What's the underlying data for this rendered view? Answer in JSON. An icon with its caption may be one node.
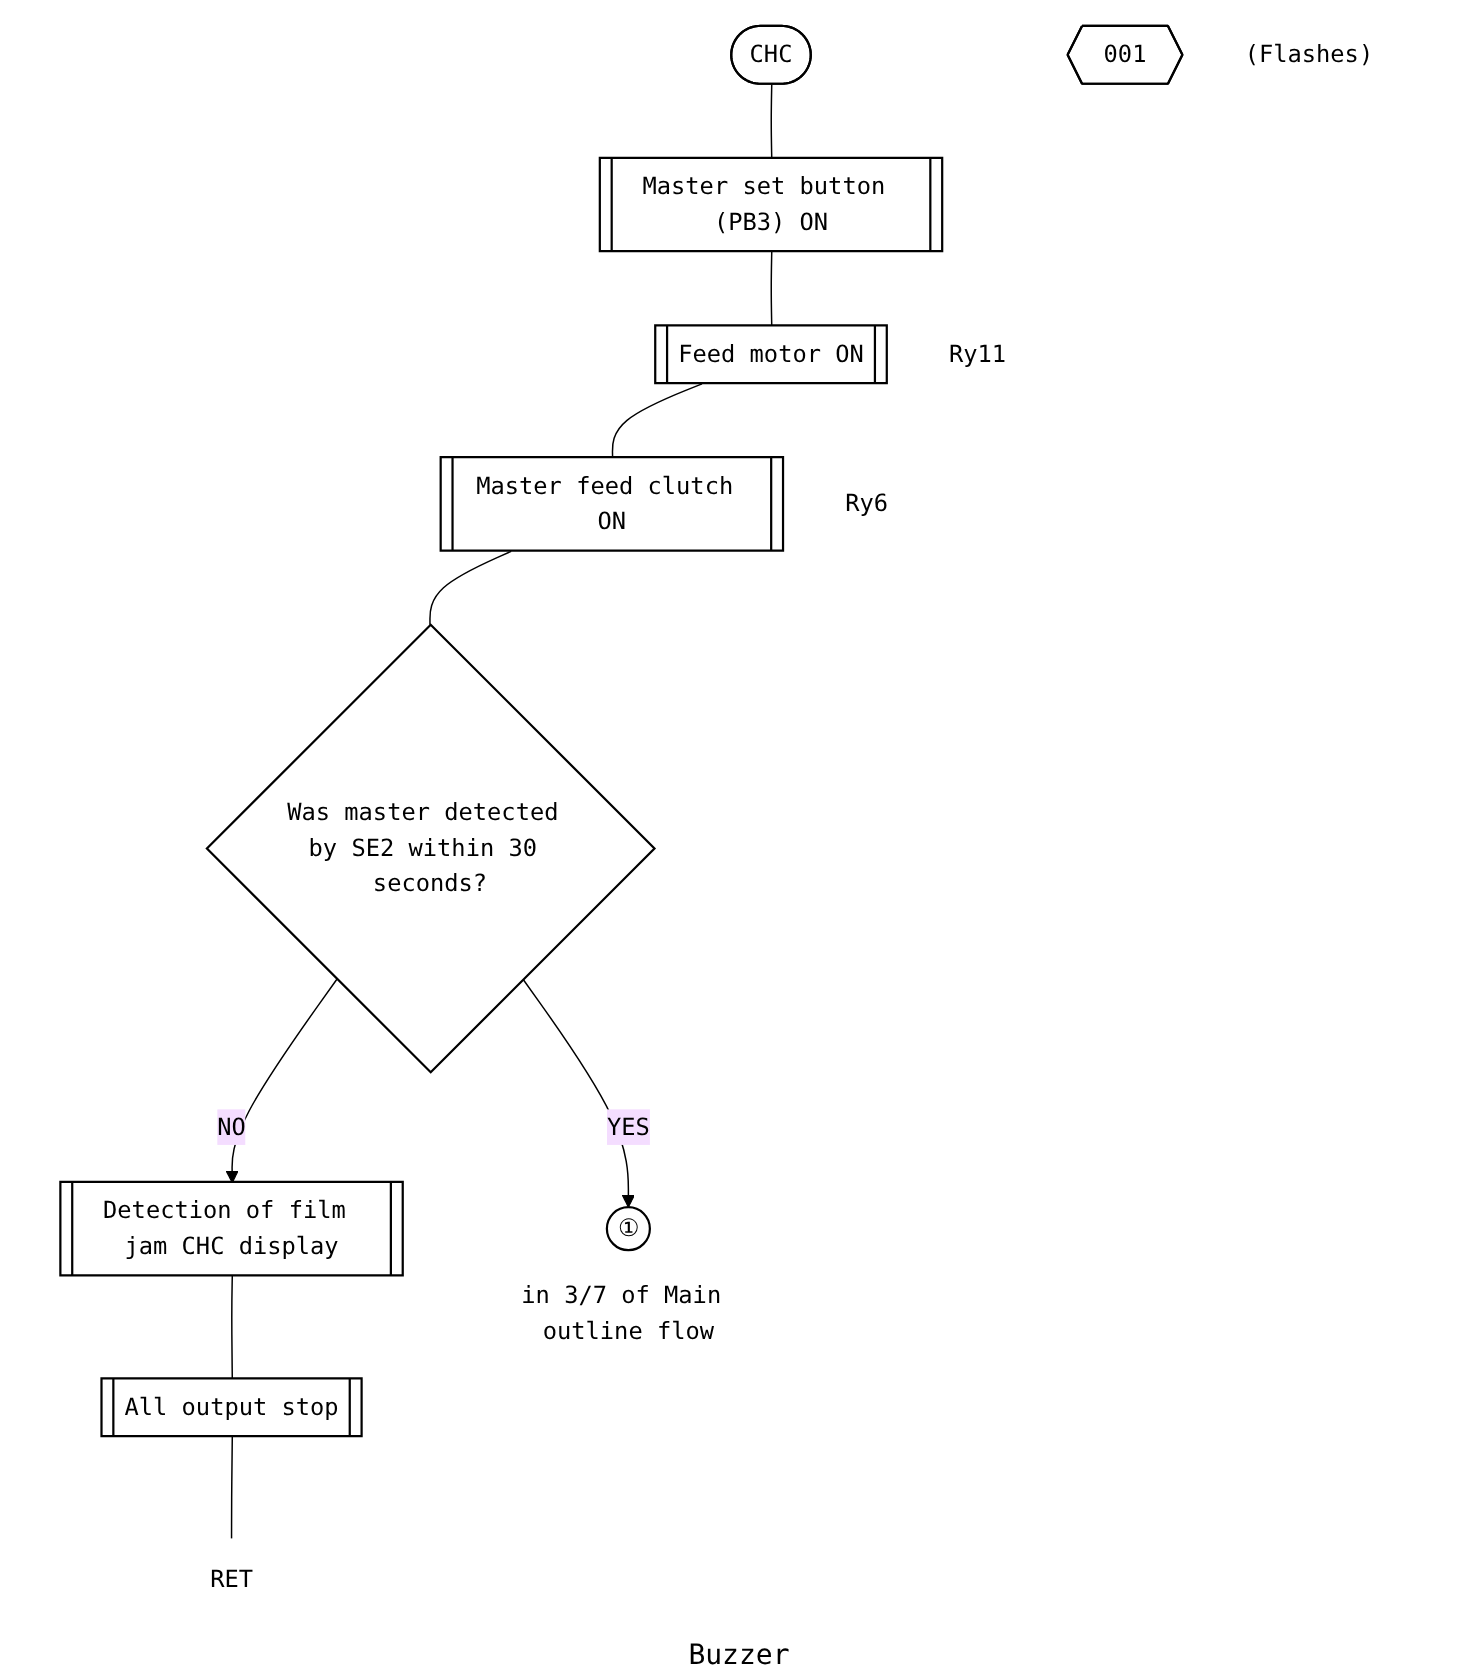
{
  "diagram": {
    "nodes": [
      {
        "text": [
          "CHC"
        ]
      },
      {
        "text": [
          "Master set button (PB3) ON"
        ]
      },
      {
        "text": [
          "Feed motor ON"
        ],
        "beside": [
          "Ry11"
        ]
      },
      {
        "text": [
          "Master feed clutch ON"
        ],
        "beside": [
          "Ry6"
        ]
      },
      {
        "text": [
          "001"
        ],
        "beside": [
          "(Flashes)"
        ]
      },
      {
        "text": [
          "Was master detected by SE2 within 30 seconds?"
        ]
      },
      {
        "text": [
          "Detection of film jam CHC display"
        ]
      },
      {
        "text": [
          "All output stop"
        ]
      },
      {
        "text": [
          "①"
        ],
        "beside": [
          "in 3/7 of Main outline flow"
        ]
      },
      {
        "text": [
          "RET"
        ]
      }
    ],
    "edges": [
      {
        "from": 0,
        "to": 1,
        "arrow": "none"
      },
      {
        "from": 1,
        "to": 2,
        "arrow": "none"
      },
      {
        "from": 2,
        "to": 3,
        "arrow": "none"
      },
      {
        "from": 3,
        "to": 5,
        "arrow": "none"
      },
      {
        "from": 5,
        "to": 8,
        "label": "YES",
        "arrow": "to"
      },
      {
        "from": 5,
        "to": 6,
        "label": "NO",
        "arrow": "to"
      },
      {
        "from": 6,
        "to": 7,
        "arrow": "none"
      },
      {
        "from": 7,
        "to": 9,
        "arrow": "none"
      }
    ],
    "labels": [
      "Buzzer"
    ]
  }
}
